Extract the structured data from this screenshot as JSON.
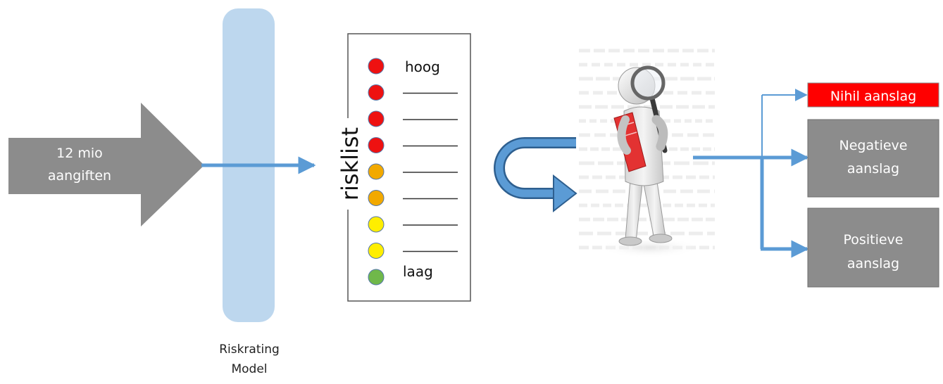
{
  "input": {
    "line1": "12 mio",
    "line2": "aangiften"
  },
  "model": {
    "line1": "Riskrating",
    "line2": "Model"
  },
  "risklist": {
    "title": "risklist",
    "top_label": "hoog",
    "bottom_label": "laag",
    "dot_colors": [
      "#ee1111",
      "#ee1111",
      "#ee1111",
      "#ee1111",
      "#f2a900",
      "#f2a900",
      "#ffee00",
      "#ffee00",
      "#70b84a"
    ]
  },
  "inspector": {
    "icon": "inspector-with-magnifier-icon"
  },
  "outcomes": {
    "nihil": "Nihil aanslag",
    "negatief": {
      "line1": "Negatieve",
      "line2": "aanslag"
    },
    "positief": {
      "line1": "Positieve",
      "line2": "aanslag"
    }
  },
  "colors": {
    "arrow_blue": "#5b9bd5",
    "input_gray": "#8c8c8c",
    "model_blue": "#bdd7ee",
    "outcome_gray": "#8c8c8c",
    "nihil_red": "#ff0000"
  }
}
